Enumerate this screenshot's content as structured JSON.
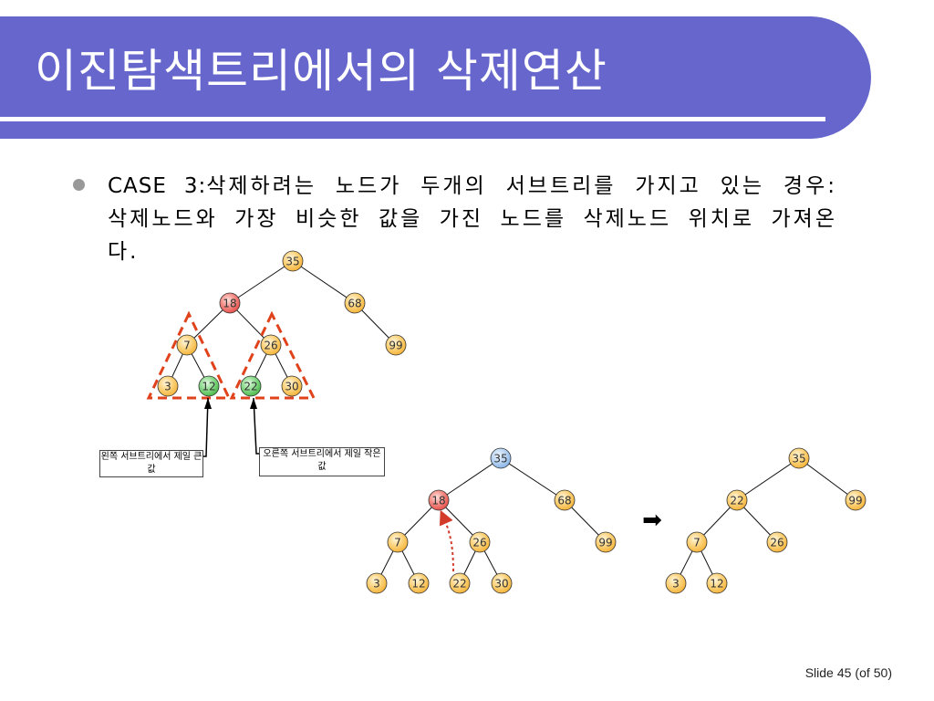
{
  "title": "이진탐색트리에서의 삭제연산",
  "bullet": {
    "label": "CASE 3:",
    "text": "삭제하려는 노드가 두개의 서브트리를 가지고 있는 경우: 삭제노드와 가장 비슷한 값을 가진 노드를 삭제노드 위치로 가져온다."
  },
  "callouts": {
    "left": "왼쪽 서브트리에서 제일 큰 값",
    "right": "오른쪽 서브트리에서 제일 작은 값"
  },
  "arrow_glyph": "➡",
  "trees": [
    {
      "name": "tree-original",
      "nodes": [
        {
          "id": "35",
          "label": "35",
          "style": "orange"
        },
        {
          "id": "18",
          "label": "18",
          "style": "red"
        },
        {
          "id": "68",
          "label": "68",
          "style": "orange"
        },
        {
          "id": "7",
          "label": "7",
          "style": "orange"
        },
        {
          "id": "26",
          "label": "26",
          "style": "orange"
        },
        {
          "id": "99",
          "label": "99",
          "style": "orange"
        },
        {
          "id": "3",
          "label": "3",
          "style": "orange"
        },
        {
          "id": "12",
          "label": "12",
          "style": "green"
        },
        {
          "id": "22",
          "label": "22",
          "style": "green"
        },
        {
          "id": "30",
          "label": "30",
          "style": "orange"
        }
      ],
      "edges": [
        [
          "35",
          "18"
        ],
        [
          "35",
          "68"
        ],
        [
          "18",
          "7"
        ],
        [
          "18",
          "26"
        ],
        [
          "68",
          "99"
        ],
        [
          "7",
          "3"
        ],
        [
          "7",
          "12"
        ],
        [
          "26",
          "22"
        ],
        [
          "26",
          "30"
        ]
      ]
    },
    {
      "name": "tree-middle",
      "nodes": [
        {
          "id": "35",
          "label": "35",
          "style": "blue"
        },
        {
          "id": "18",
          "label": "18",
          "style": "red"
        },
        {
          "id": "68",
          "label": "68",
          "style": "orange"
        },
        {
          "id": "7",
          "label": "7",
          "style": "orange"
        },
        {
          "id": "26",
          "label": "26",
          "style": "orange"
        },
        {
          "id": "99",
          "label": "99",
          "style": "orange"
        },
        {
          "id": "3",
          "label": "3",
          "style": "orange"
        },
        {
          "id": "12",
          "label": "12",
          "style": "orange"
        },
        {
          "id": "22",
          "label": "22",
          "style": "orange"
        },
        {
          "id": "30",
          "label": "30",
          "style": "orange"
        }
      ],
      "edges": [
        [
          "35",
          "18"
        ],
        [
          "35",
          "68"
        ],
        [
          "18",
          "7"
        ],
        [
          "18",
          "26"
        ],
        [
          "68",
          "99"
        ],
        [
          "7",
          "3"
        ],
        [
          "7",
          "12"
        ],
        [
          "26",
          "22"
        ],
        [
          "26",
          "30"
        ]
      ]
    },
    {
      "name": "tree-result",
      "nodes": [
        {
          "id": "35",
          "label": "35",
          "style": "orange"
        },
        {
          "id": "22",
          "label": "22",
          "style": "orange"
        },
        {
          "id": "99",
          "label": "99",
          "style": "orange"
        },
        {
          "id": "7",
          "label": "7",
          "style": "orange"
        },
        {
          "id": "26",
          "label": "26",
          "style": "orange"
        },
        {
          "id": "3",
          "label": "3",
          "style": "orange"
        },
        {
          "id": "12",
          "label": "12",
          "style": "orange"
        }
      ],
      "edges": [
        [
          "35",
          "22"
        ],
        [
          "35",
          "99"
        ],
        [
          "22",
          "7"
        ],
        [
          "22",
          "26"
        ],
        [
          "7",
          "3"
        ],
        [
          "7",
          "12"
        ]
      ]
    }
  ],
  "node_colors": {
    "orange": "#f5b53c",
    "red": "#e8524d",
    "green": "#4dbb4d",
    "blue": "#8ab6e8"
  },
  "subtree_marker_color": "#e0431c",
  "footer": {
    "label": "Slide",
    "number": "45",
    "of": "(of",
    "total": "50)"
  }
}
